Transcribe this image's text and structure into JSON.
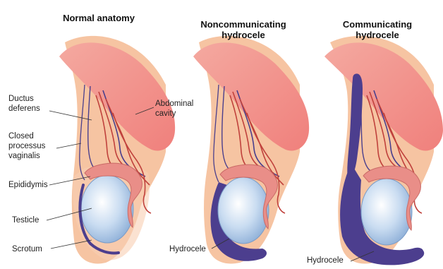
{
  "panels": [
    {
      "title": "Normal anatomy"
    },
    {
      "title": "Noncommunicating\nhydrocele"
    },
    {
      "title": "Communicating\nhydrocele"
    }
  ],
  "labels": {
    "ductus_deferens": "Ductus\ndeferens",
    "abdominal_cavity": "Abdominal\ncavity",
    "closed_processus_vaginalis": "Closed\nprocessus\nvaginalis",
    "epididymis": "Epididymis",
    "testicle": "Testicle",
    "scrotum": "Scrotum",
    "hydrocele_1": "Hydrocele",
    "hydrocele_2": "Hydrocele"
  },
  "colors": {
    "skin": "#f6c4a2",
    "abdomen": "#f3908a",
    "fluid": "#4c3e8e",
    "testicle": "#bcd4ee",
    "epididymis": "#e98e88",
    "vessel_red": "#c0413c",
    "vessel_blue": "#4a3f8d"
  }
}
